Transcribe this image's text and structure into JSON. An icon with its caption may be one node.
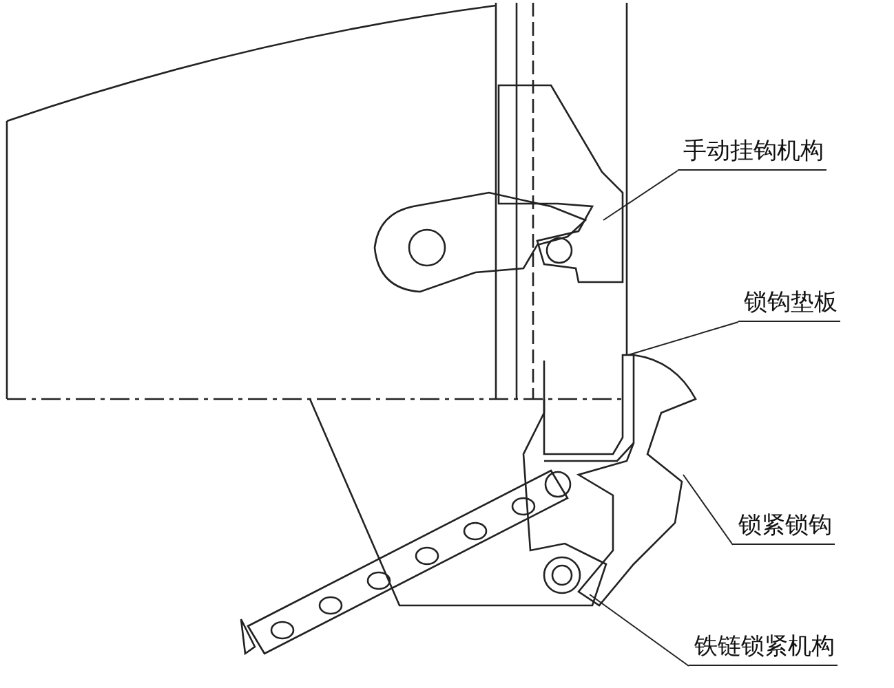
{
  "diagram": {
    "nodes": [
      {
        "text": [
          "手动挂钩机构"
        ]
      },
      {
        "text": [
          "锁钩垫板"
        ]
      },
      {
        "text": [
          "锁紧锁钩"
        ]
      },
      {
        "text": [
          "铁链锁紧机构"
        ]
      }
    ],
    "edges": [
      {
        "from": 0,
        "to": null,
        "arrow": "none"
      },
      {
        "from": 1,
        "to": null,
        "arrow": "none"
      },
      {
        "from": 2,
        "to": null,
        "arrow": "none"
      },
      {
        "from": 3,
        "to": null,
        "arrow": "none"
      }
    ]
  }
}
